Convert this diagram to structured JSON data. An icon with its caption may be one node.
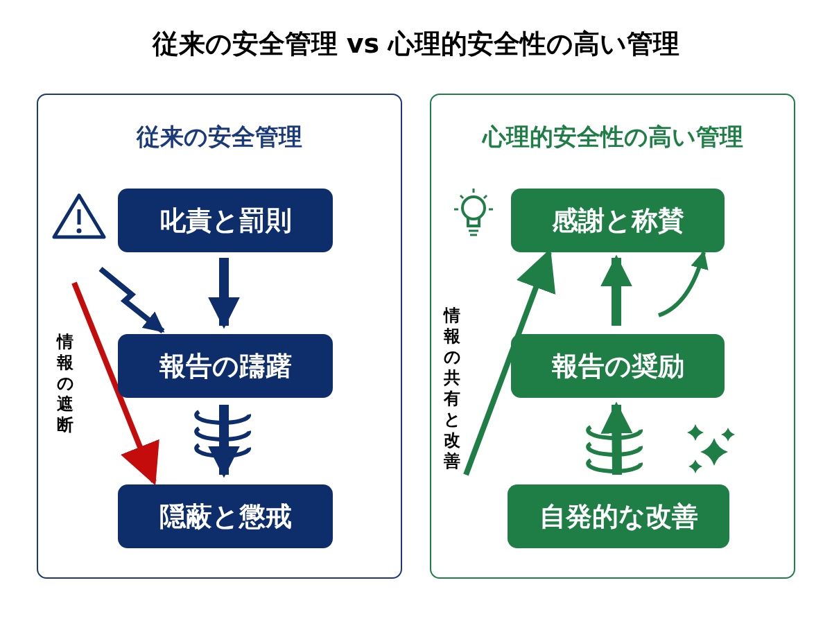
{
  "diagram": {
    "title": "従来の安全管理 vs 心理的安全性の高い管理",
    "nodes": [
      {
        "text": [
          "従来の安全管理"
        ]
      },
      {
        "text": [
          "叱責と罰則"
        ],
        "in": 0
      },
      {
        "text": [
          "報告の躊躇"
        ],
        "in": 0
      },
      {
        "text": [
          "隠蔽と懲戒"
        ],
        "in": 0
      },
      {
        "text": [
          "心理的安全性の高い管理"
        ]
      },
      {
        "text": [
          "感謝と称賛"
        ],
        "in": 4
      },
      {
        "text": [
          "報告の奨励"
        ],
        "in": 4
      },
      {
        "text": [
          "自発的な改善"
        ],
        "in": 4
      }
    ],
    "edges": [
      {
        "from": 1,
        "to": 2,
        "arrow": "to",
        "color": "#0d2d6b"
      },
      {
        "from": 2,
        "to": 3,
        "arrow": "to",
        "color": "#0d2d6b"
      },
      {
        "from": null,
        "to": 2,
        "arrow": "to",
        "color": "#0d2d6b"
      },
      {
        "from": null,
        "to": 3,
        "arrow": "to",
        "label": "情報の遮断",
        "color": "#c40c0c"
      },
      {
        "from": 6,
        "to": 5,
        "arrow": "to",
        "color": "#1e7e45"
      },
      {
        "from": 7,
        "to": 6,
        "arrow": "to",
        "color": "#1e7e45"
      },
      {
        "from": null,
        "to": 5,
        "arrow": "to",
        "color": "#1e7e45"
      },
      {
        "from": null,
        "to": 5,
        "arrow": "to",
        "label": "情報の共有と改善",
        "color": "#1e7e45"
      }
    ]
  }
}
